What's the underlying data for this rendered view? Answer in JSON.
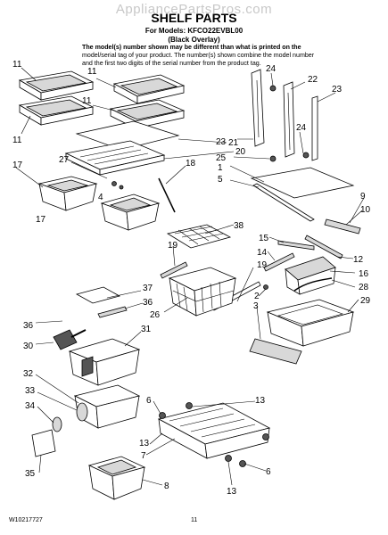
{
  "header": {
    "watermark": "AppliancePartsPros.com",
    "title": "SHELF PARTS",
    "models_line": "For Models: KFCO22EVBL00",
    "overlay_line": "(Black Overlay)",
    "notice_bold": "The model(s) number shown may be different than what is printed on the",
    "notice_rest": "model/serial tag of your product. The number(s) shown combine the model number and the first two digits of the serial number from the product tag."
  },
  "footer": {
    "doc_number": "W10217727",
    "page_number": "11"
  },
  "callouts": [
    "11",
    "11",
    "11",
    "11",
    "24",
    "22",
    "23",
    "21",
    "20",
    "27",
    "18",
    "17",
    "4",
    "17",
    "24",
    "25",
    "23",
    "1",
    "5",
    "9",
    "10",
    "38",
    "19",
    "15",
    "14",
    "12",
    "19",
    "16",
    "37",
    "2",
    "28",
    "36",
    "36",
    "3",
    "29",
    "26",
    "30",
    "31",
    "32",
    "33",
    "13",
    "6",
    "34",
    "35",
    "13",
    "7",
    "6",
    "13",
    "8"
  ]
}
